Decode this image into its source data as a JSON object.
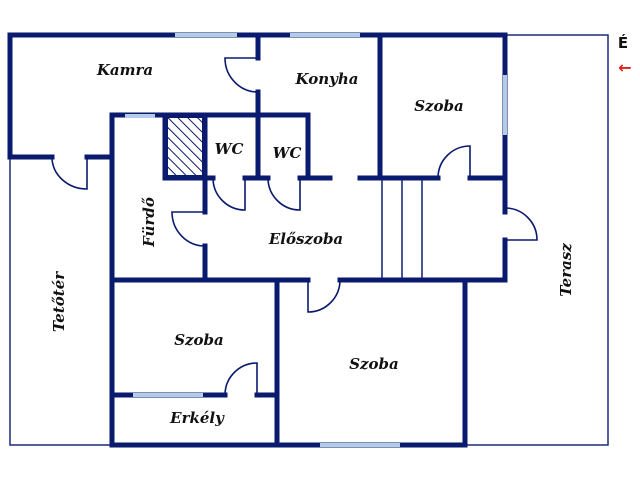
{
  "rooms": {
    "kamra": "Kamra",
    "konyha": "Konyha",
    "szoba_ne": "Szoba",
    "wc1": "WC",
    "wc2": "WC",
    "furdo": "Fürdő",
    "eloszoba": "Előszoba",
    "terasz": "Terasz",
    "tetoter": "Tetőtér",
    "szoba_sw": "Szoba",
    "szoba_s": "Szoba",
    "erkely": "Erkély"
  },
  "compass": {
    "letter": "É",
    "arrow": "←"
  },
  "colors": {
    "wall": "#0a1a6e",
    "window": "#b3cde8",
    "thin": "#1c2a7a",
    "arrow": "#e0201a",
    "hatch": "#0a1a6e"
  }
}
